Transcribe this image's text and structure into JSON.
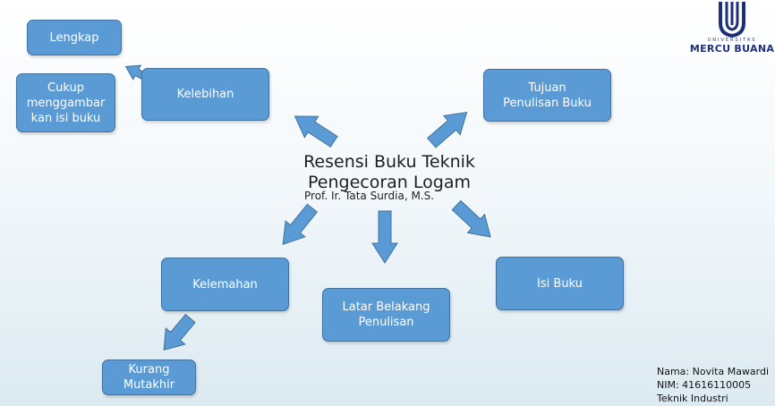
{
  "center": {
    "title_line1": "Resensi Buku Teknik",
    "title_line2": "Pengecoran Logam",
    "author": "Prof. Ir. Tata Surdia, M.S."
  },
  "nodes": {
    "lengkap": "Lengkap",
    "cukup": "Cukup menggambar kan isi buku",
    "kelebihan": "Kelebihan",
    "tujuan": "Tujuan Penulisan Buku",
    "kelemahan": "Kelemahan",
    "latar": "Latar Belakang Penulisan",
    "isi": "Isi Buku",
    "kurang": "Kurang Mutakhir"
  },
  "logo": {
    "small_text": "UNIVERSITAS",
    "name": "MERCU BUANA"
  },
  "student": {
    "name": "Nama: Novita Mawardi",
    "nim": "NIM: 41616110005",
    "program": "Teknik Industri"
  },
  "colors": {
    "box_fill": "#5b9bd5",
    "box_border": "#41719c",
    "logo_blue": "#1e2f7a"
  }
}
